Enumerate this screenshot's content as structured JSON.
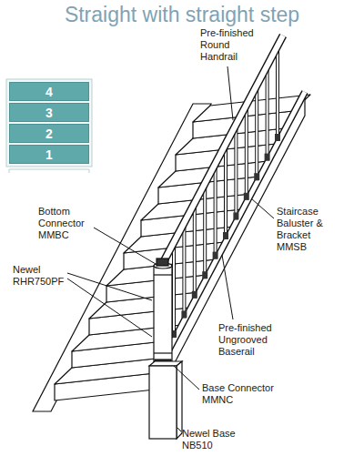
{
  "diagram": {
    "title": "Straight with straight step",
    "nodes": [
      {
        "text": [
          "4"
        ]
      },
      {
        "text": [
          "3"
        ]
      },
      {
        "text": [
          "2"
        ]
      },
      {
        "text": [
          "1"
        ]
      }
    ],
    "labels": [
      "Pre-finished Round Handrail",
      "Bottom Connector MMBC",
      "Staircase Baluster & Bracket MMSB",
      "Newel RHR750PF",
      "Pre-finished Ungrooved Baserail",
      "Base Connector MMNC",
      "Newel Base NB510"
    ]
  }
}
